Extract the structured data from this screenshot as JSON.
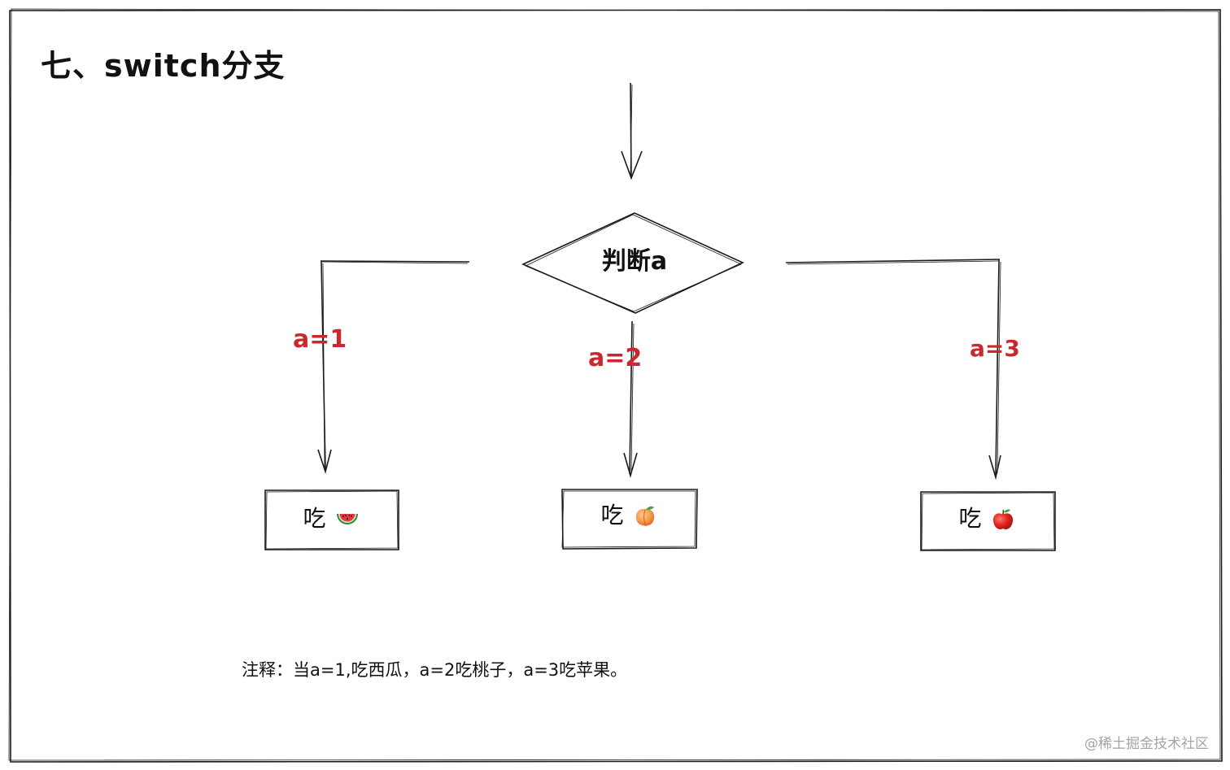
{
  "title": "七、switch分支",
  "decision": {
    "label": "判断a"
  },
  "branches": [
    {
      "condition": "a=1",
      "action": "吃",
      "fruit_icon": "watermelon-icon"
    },
    {
      "condition": "a=2",
      "action": "吃",
      "fruit_icon": "peach-icon"
    },
    {
      "condition": "a=3",
      "action": "吃",
      "fruit_icon": "apple-icon"
    }
  ],
  "note": "注释：当a=1,吃西瓜，a=2吃桃子，a=3吃苹果。",
  "watermark": "@稀土掘金技术社区",
  "colors": {
    "line": "#1a1a1a",
    "condition_text": "#c8282e",
    "watermark": "#a0a4ab",
    "background": "#ffffff"
  }
}
